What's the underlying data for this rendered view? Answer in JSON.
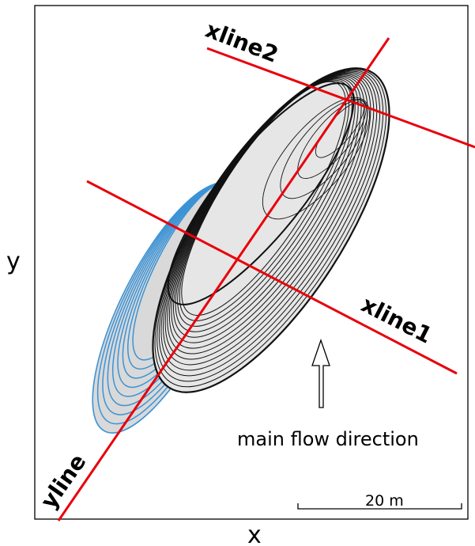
{
  "axes": {
    "x_label": "x",
    "y_label": "y"
  },
  "section_lines": [
    {
      "id": "xline2",
      "label": "xline2"
    },
    {
      "id": "xline1",
      "label": "xline1"
    },
    {
      "id": "yline",
      "label": "yline"
    }
  ],
  "flow": {
    "label": "main flow direction"
  },
  "scale_bar": {
    "label": "20 m"
  },
  "colors": {
    "section_line": "#e8000b",
    "grey_body_fill": "#e6e6e6",
    "grey_body_stroke": "#111111",
    "blue_body_fill": "#d9d9d9",
    "blue_body_stroke": "#3b93d6",
    "frame": "#000000"
  }
}
